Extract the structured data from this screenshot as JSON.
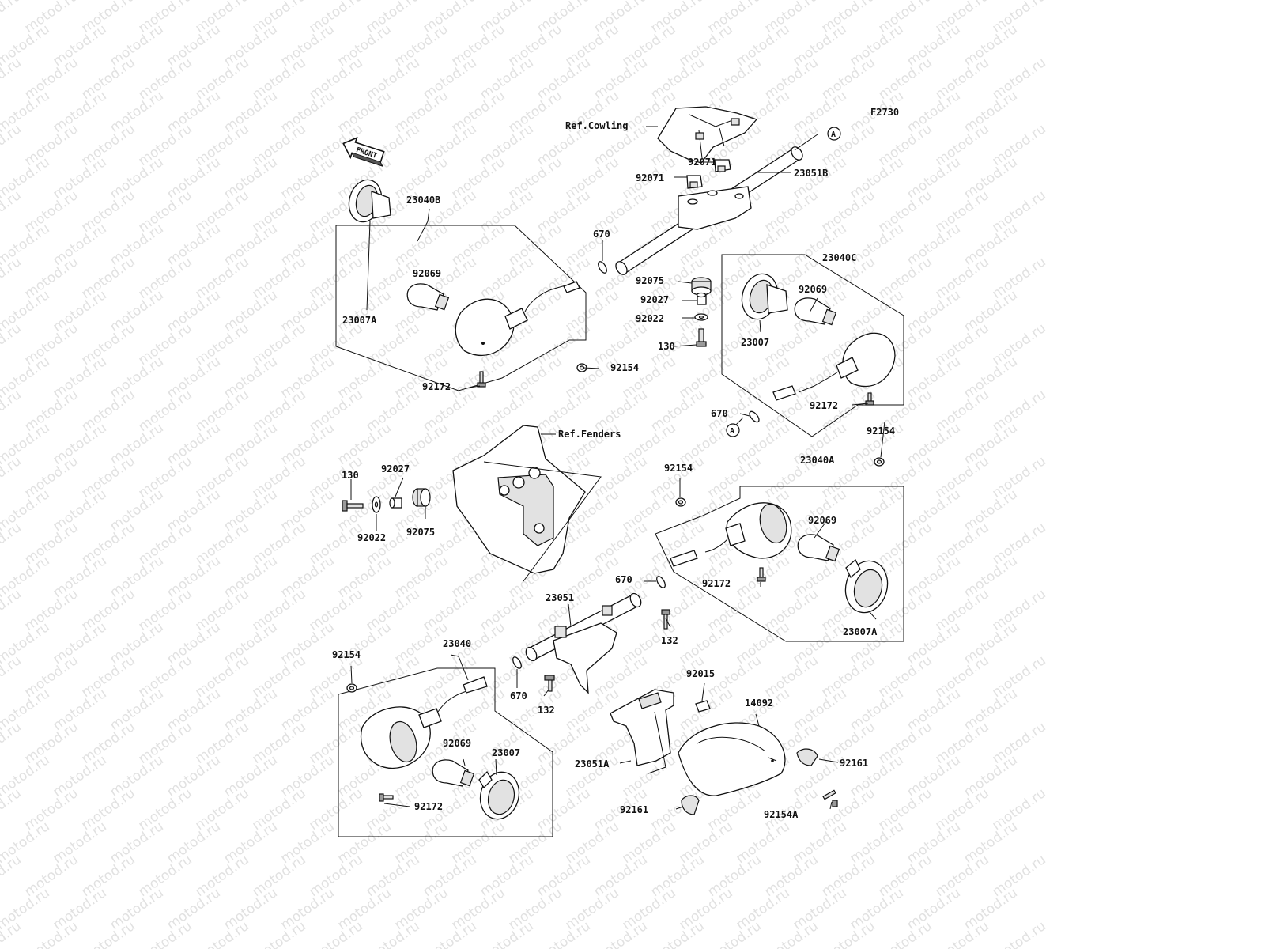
{
  "diagram": {
    "code": "F2730",
    "watermark": "motod.ru",
    "front_arrow_label": "FRONT",
    "ref_cowling": "Ref.Cowling",
    "ref_fenders": "Ref.Fenders",
    "ref_marker": "A"
  },
  "labels": [
    {
      "id": "92071_upper",
      "text": "92071"
    },
    {
      "id": "92071_lower",
      "text": "92071"
    },
    {
      "id": "23051B",
      "text": "23051B"
    },
    {
      "id": "23040B",
      "text": "23040B"
    },
    {
      "id": "670_top",
      "text": "670"
    },
    {
      "id": "92069_b",
      "text": "92069"
    },
    {
      "id": "23007A_b",
      "text": "23007A"
    },
    {
      "id": "92154_b",
      "text": "92154"
    },
    {
      "id": "92172_b",
      "text": "92172"
    },
    {
      "id": "92075_top",
      "text": "92075"
    },
    {
      "id": "92027_top",
      "text": "92027"
    },
    {
      "id": "92022_top",
      "text": "92022"
    },
    {
      "id": "130_top",
      "text": "130"
    },
    {
      "id": "23040C",
      "text": "23040C"
    },
    {
      "id": "92069_c",
      "text": "92069"
    },
    {
      "id": "23007_c",
      "text": "23007"
    },
    {
      "id": "92172_c",
      "text": "92172"
    },
    {
      "id": "670_c",
      "text": "670"
    },
    {
      "id": "92154_c",
      "text": "92154"
    },
    {
      "id": "130_left",
      "text": "130"
    },
    {
      "id": "92027_left",
      "text": "92027"
    },
    {
      "id": "92022_left",
      "text": "92022"
    },
    {
      "id": "92075_left",
      "text": "92075"
    },
    {
      "id": "92154_a_top",
      "text": "92154"
    },
    {
      "id": "23040A",
      "text": "23040A"
    },
    {
      "id": "92069_a",
      "text": "92069"
    },
    {
      "id": "92172_a",
      "text": "92172"
    },
    {
      "id": "23007A_a",
      "text": "23007A"
    },
    {
      "id": "670_mid",
      "text": "670"
    },
    {
      "id": "23051",
      "text": "23051"
    },
    {
      "id": "132_right",
      "text": "132"
    },
    {
      "id": "92154_left",
      "text": "92154"
    },
    {
      "id": "23040",
      "text": "23040"
    },
    {
      "id": "670_low",
      "text": "670"
    },
    {
      "id": "132_low",
      "text": "132"
    },
    {
      "id": "92015",
      "text": "92015"
    },
    {
      "id": "14092",
      "text": "14092"
    },
    {
      "id": "92069_d",
      "text": "92069"
    },
    {
      "id": "23007_d",
      "text": "23007"
    },
    {
      "id": "92172_d",
      "text": "92172"
    },
    {
      "id": "23051A",
      "text": "23051A"
    },
    {
      "id": "92161_right",
      "text": "92161"
    },
    {
      "id": "92161_left",
      "text": "92161"
    },
    {
      "id": "92154A",
      "text": "92154A"
    }
  ]
}
